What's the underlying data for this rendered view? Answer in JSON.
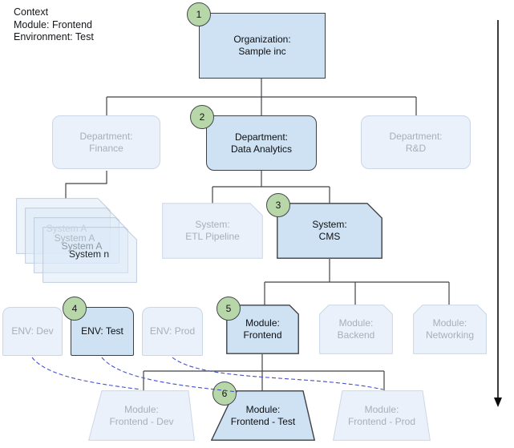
{
  "context": {
    "title": "Context",
    "module_line": "Module: Frontend",
    "environment_line": "Environment: Test"
  },
  "colors": {
    "node_fill_active": "#cfe2f3",
    "node_fill_faded": "#eaf1fa",
    "node_border_active": "#3c4146",
    "node_border_faded": "#cbd7e7",
    "badge_fill": "#b7d7a8",
    "dashed_link": "#4550cf",
    "text_active": "#0c0f12",
    "text_faded": "#a8afb7"
  },
  "nodes": {
    "organization": {
      "badge": "1",
      "line1": "Organization:",
      "line2": "Sample inc",
      "active": true
    },
    "dept_finance": {
      "line1": "Department:",
      "line2": "Finance",
      "active": false
    },
    "dept_data_analytics": {
      "badge": "2",
      "line1": "Department:",
      "line2": "Data Analytics",
      "active": true
    },
    "dept_rd": {
      "line1": "Department:",
      "line2": "R&D",
      "active": false
    },
    "system_stack": {
      "labels": [
        "System A",
        "System A",
        "System A",
        "System n"
      ],
      "active": false
    },
    "system_etl": {
      "line1": "System:",
      "line2": "ETL Pipeline",
      "active": false
    },
    "system_cms": {
      "badge": "3",
      "line1": "System:",
      "line2": "CMS",
      "active": true
    },
    "env_dev": {
      "line1": "ENV: Dev",
      "active": false
    },
    "env_test": {
      "badge": "4",
      "line1": "ENV: Test",
      "active": true
    },
    "env_prod": {
      "line1": "ENV: Prod",
      "active": false
    },
    "module_frontend": {
      "badge": "5",
      "line1": "Module:",
      "line2": "Frontend",
      "active": true
    },
    "module_backend": {
      "line1": "Module:",
      "line2": "Backend",
      "active": false
    },
    "module_networking": {
      "line1": "Module:",
      "line2": "Networking",
      "active": false
    },
    "module_frontend_dev": {
      "line1": "Module:",
      "line2": "Frontend - Dev",
      "active": false
    },
    "module_frontend_test": {
      "badge": "6",
      "line1": "Module:",
      "line2": "Frontend - Test",
      "active": true
    },
    "module_frontend_prod": {
      "line1": "Module:",
      "line2": "Frontend - Prod",
      "active": false
    }
  }
}
